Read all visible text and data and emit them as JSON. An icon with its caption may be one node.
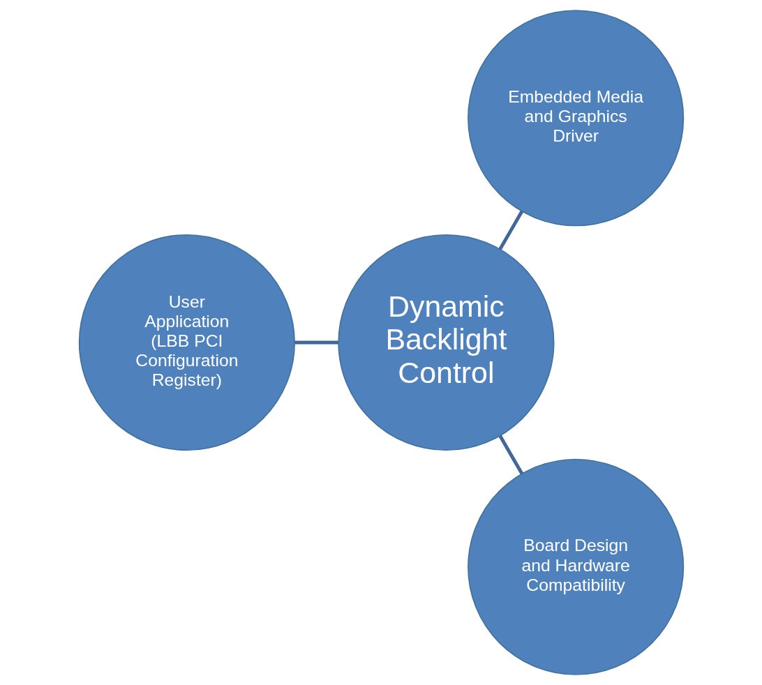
{
  "diagram": {
    "nodes": [
      {
        "text": [
          "Board Design and Hardware Compatibility"
        ]
      },
      {
        "text": [
          "Dynamic Backlight Control"
        ]
      },
      {
        "text": [
          "Embedded Media and Graphics Driver"
        ]
      },
      {
        "text": [
          "User Application (LBB PCI Configuration Register)"
        ]
      }
    ],
    "edges": [
      {
        "from": 0,
        "to": 1,
        "arrow": "none"
      },
      {
        "from": 1,
        "to": 2,
        "arrow": "none"
      },
      {
        "from": 1,
        "to": 3,
        "arrow": "none"
      }
    ]
  }
}
